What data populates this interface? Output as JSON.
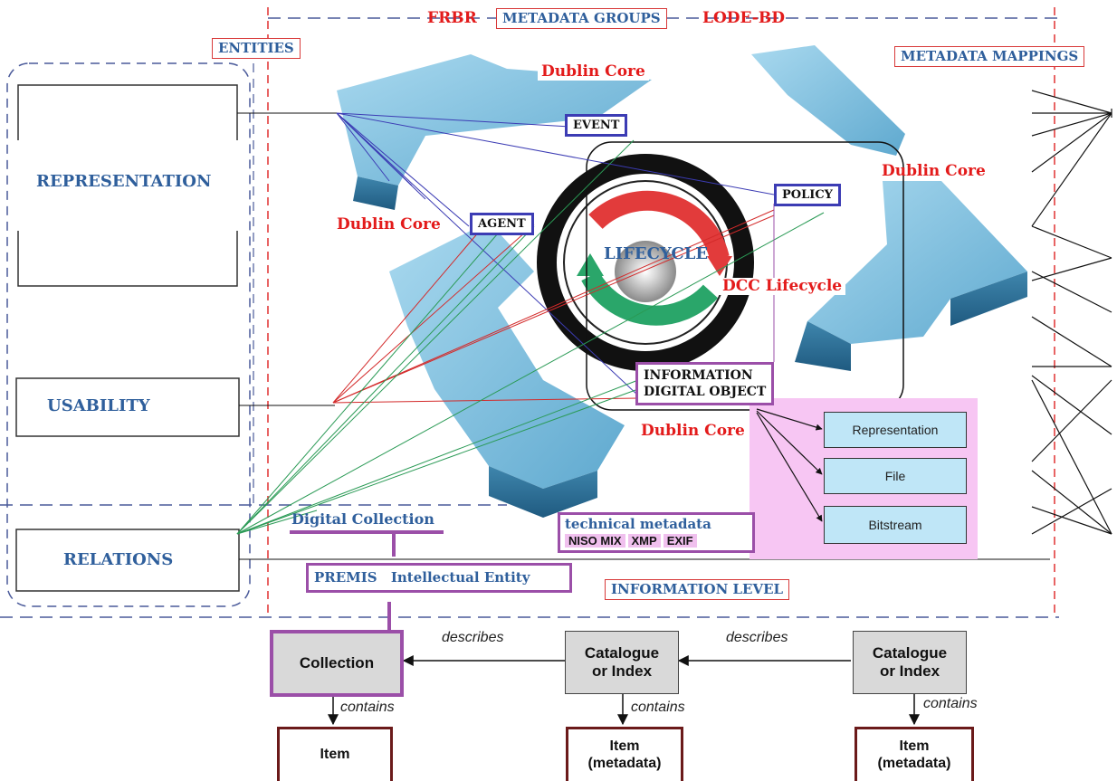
{
  "header": {
    "frbr": "FRBR",
    "metadata_groups": "METADATA GROUPS",
    "lode_bd": "LODE-BD",
    "entities": "ENTITIES",
    "metadata_mappings": "METADATA MAPPINGS"
  },
  "entities": {
    "representation": "REPRESENTATION",
    "usability": "USABILITY",
    "relations": "RELATIONS"
  },
  "dublin_core": {
    "top": "Dublin Core",
    "right": "Dublin Core",
    "left": "Dublin Core",
    "bottom": "Dublin Core"
  },
  "nodes": {
    "event": "EVENT",
    "policy": "POLICY",
    "agent": "AGENT",
    "lifecycle": "LIFECYCLE",
    "dcc_lifecycle": "DCC Lifecycle",
    "info_object_line1": "INFORMATION",
    "info_object_line2": "DIGITAL OBJECT"
  },
  "structure_boxes": [
    "Representation",
    "File",
    "Bitstream"
  ],
  "bottom_labels": {
    "digital_collection": "Digital Collection",
    "technical_metadata": "technical  metadata",
    "tags": [
      "NISO MIX",
      "XMP",
      "EXIF"
    ],
    "premis": "PREMIS",
    "intellectual_entity": "Intellectual Entity",
    "information_level": "INFORMATION LEVEL"
  },
  "flow": {
    "collection": "Collection",
    "catalogue_1_line1": "Catalogue",
    "catalogue_1_line2": "or Index",
    "catalogue_2_line1": "Catalogue",
    "catalogue_2_line2": "or Index",
    "describes_1": "describes",
    "describes_2": "describes",
    "contains_1": "contains",
    "contains_2": "contains",
    "contains_3": "contains",
    "item_1": "Item",
    "item_2_line1": "Item",
    "item_2_line2": "(metadata)",
    "item_3_line1": "Item",
    "item_3_line2": "(metadata)"
  },
  "colors": {
    "accent_red": "#e31b1b",
    "entity_blue": "#2f5f9c",
    "node_border_blue": "#3c3cb4",
    "node_border_purple": "#9b4fa8",
    "arrow_shape_blue": "#5aa9cf",
    "structure_panel_pink": "#f7c6f3",
    "structure_box_blue": "#bfe6f7",
    "item_border": "#6b1a1a"
  }
}
